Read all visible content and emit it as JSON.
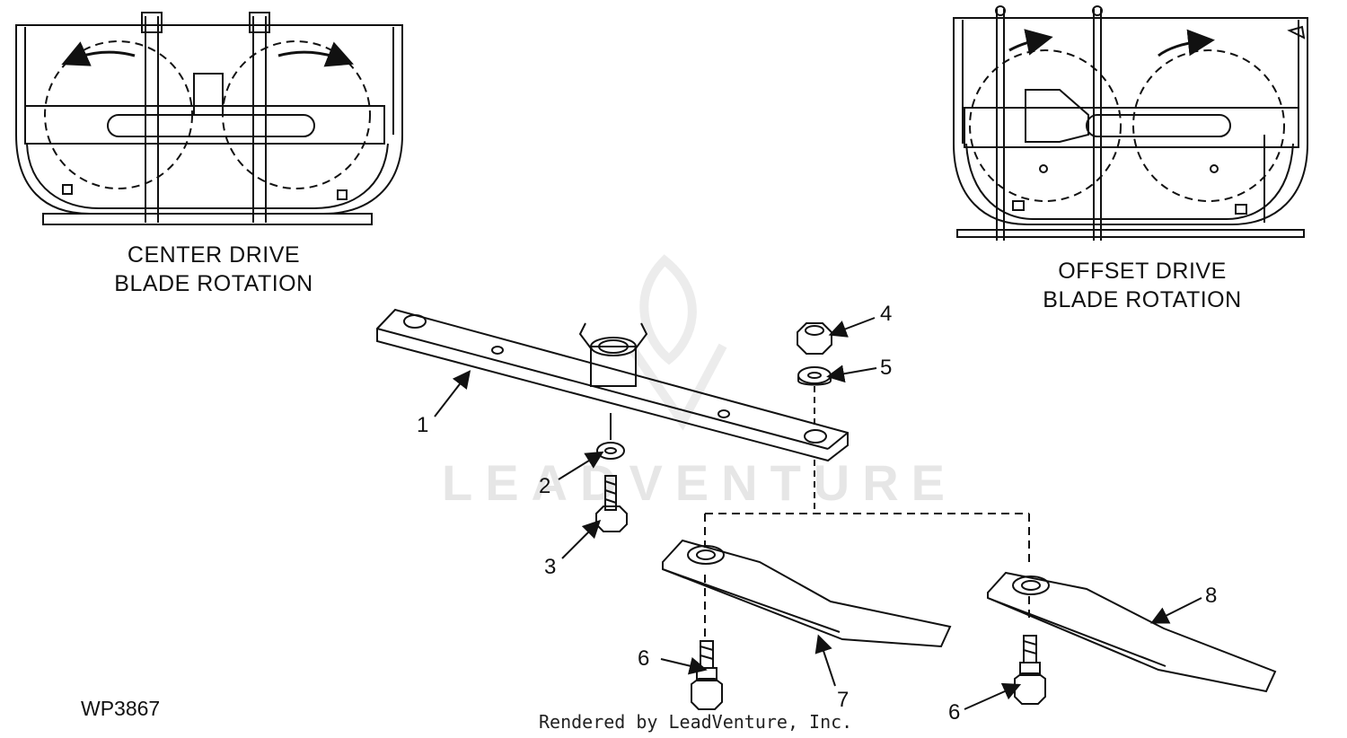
{
  "diagram_code": "WP3867",
  "credit": "Rendered by LeadVenture, Inc.",
  "watermark": "LEADVENTURE",
  "views": {
    "center_drive": {
      "line1": "CENTER DRIVE",
      "line2": "BLADE ROTATION"
    },
    "offset_drive": {
      "line1": "OFFSET DRIVE",
      "line2": "BLADE ROTATION"
    }
  },
  "callouts": [
    {
      "id": "c1",
      "label": "1"
    },
    {
      "id": "c2",
      "label": "2"
    },
    {
      "id": "c3",
      "label": "3"
    },
    {
      "id": "c4",
      "label": "4"
    },
    {
      "id": "c5",
      "label": "5"
    },
    {
      "id": "c6a",
      "label": "6"
    },
    {
      "id": "c6b",
      "label": "6"
    },
    {
      "id": "c7",
      "label": "7"
    },
    {
      "id": "c8",
      "label": "8"
    }
  ],
  "colors": {
    "ink": "#111111",
    "watermark": "#e6e6e6"
  }
}
